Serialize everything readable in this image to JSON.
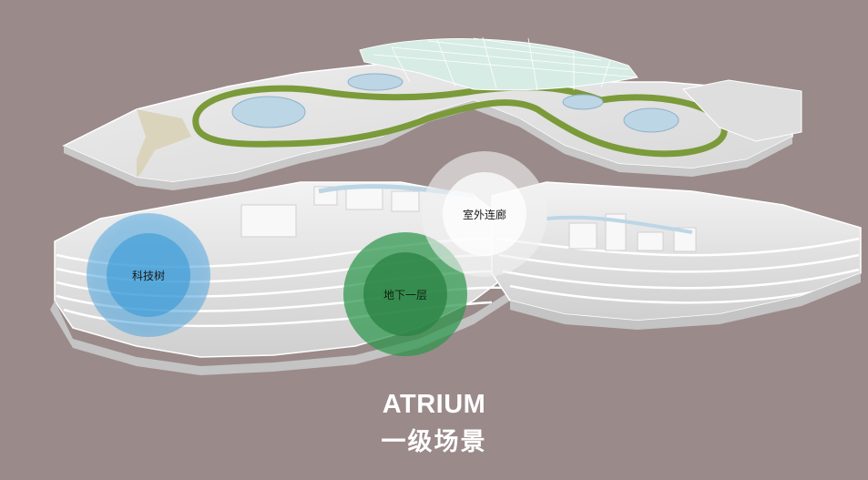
{
  "colors": {
    "background": "#9b8a8a",
    "floor_plate": "#e6e6e6",
    "green_roof": "#7b9a3a",
    "glass": "#bcd6e6",
    "hotspot_blue": "#4aa6dc",
    "hotspot_green": "#2e9548",
    "hotspot_white": "#f2f2f2"
  },
  "hotspots": {
    "tech_tree": {
      "label": "科技树",
      "color": "#4aa6dc"
    },
    "basement_one": {
      "label": "地下一层",
      "color": "#2e9548"
    },
    "outdoor_corridor": {
      "label": "室外连廊",
      "color": "#f2f2f2"
    }
  },
  "title": {
    "en": "ATRIUM",
    "cn": "一级场景"
  }
}
